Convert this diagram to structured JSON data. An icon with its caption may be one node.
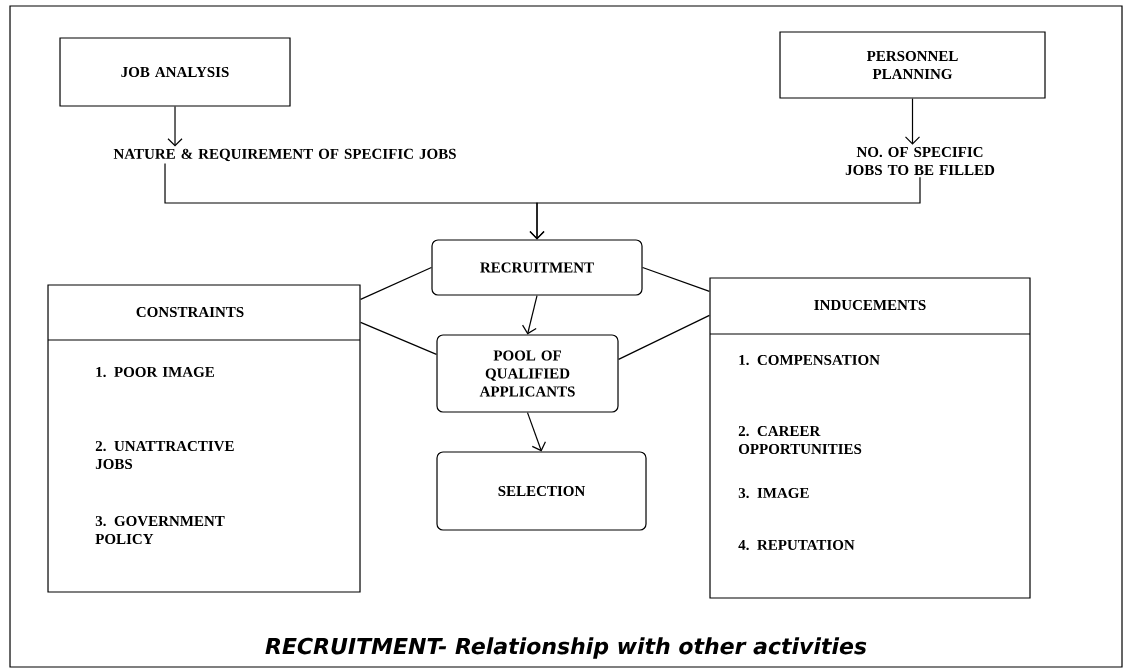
{
  "diagram": {
    "caption": "RECRUITMENT- Relationship with other activities",
    "nodes": [
      {
        "text": [
          "JOB ANALYSIS"
        ]
      },
      {
        "text": [
          "PERSONNEL PLANNING"
        ]
      },
      {
        "text": [
          "NATURE & REQUIREMENT OF SPECIFIC JOBS"
        ]
      },
      {
        "text": [
          "NO. OF SPECIFIC JOBS TO BE FILLED"
        ]
      },
      {
        "text": [
          "RECRUITMENT"
        ]
      },
      {
        "text": [
          "CONSTRAINTS",
          "1. POOR IMAGE",
          "2. UNATTRACTIVE JOBS",
          "3. GOVERNMENT POLICY"
        ]
      },
      {
        "text": [
          "POOL OF QUALIFIED APPLICANTS"
        ]
      },
      {
        "text": [
          "INDUCEMENTS",
          "1. COMPENSATION",
          "2. CAREER OPPORTUNITIES",
          "3. IMAGE",
          "4. REPUTATION"
        ]
      },
      {
        "text": [
          "SELECTION"
        ]
      }
    ],
    "edges": [
      {
        "from": 0,
        "to": 2,
        "arrow": "to"
      },
      {
        "from": 1,
        "to": 3,
        "arrow": "to"
      },
      {
        "from": 2,
        "to": 4,
        "arrow": "to"
      },
      {
        "from": 3,
        "to": 4,
        "arrow": "to"
      },
      {
        "from": 4,
        "to": 6,
        "arrow": "to"
      },
      {
        "from": 6,
        "to": 8,
        "arrow": "to"
      },
      {
        "from": 4,
        "to": 5,
        "arrow": "none"
      },
      {
        "from": 6,
        "to": 5,
        "arrow": "none"
      },
      {
        "from": 4,
        "to": 7,
        "arrow": "none"
      },
      {
        "from": 6,
        "to": 7,
        "arrow": "none"
      }
    ]
  }
}
